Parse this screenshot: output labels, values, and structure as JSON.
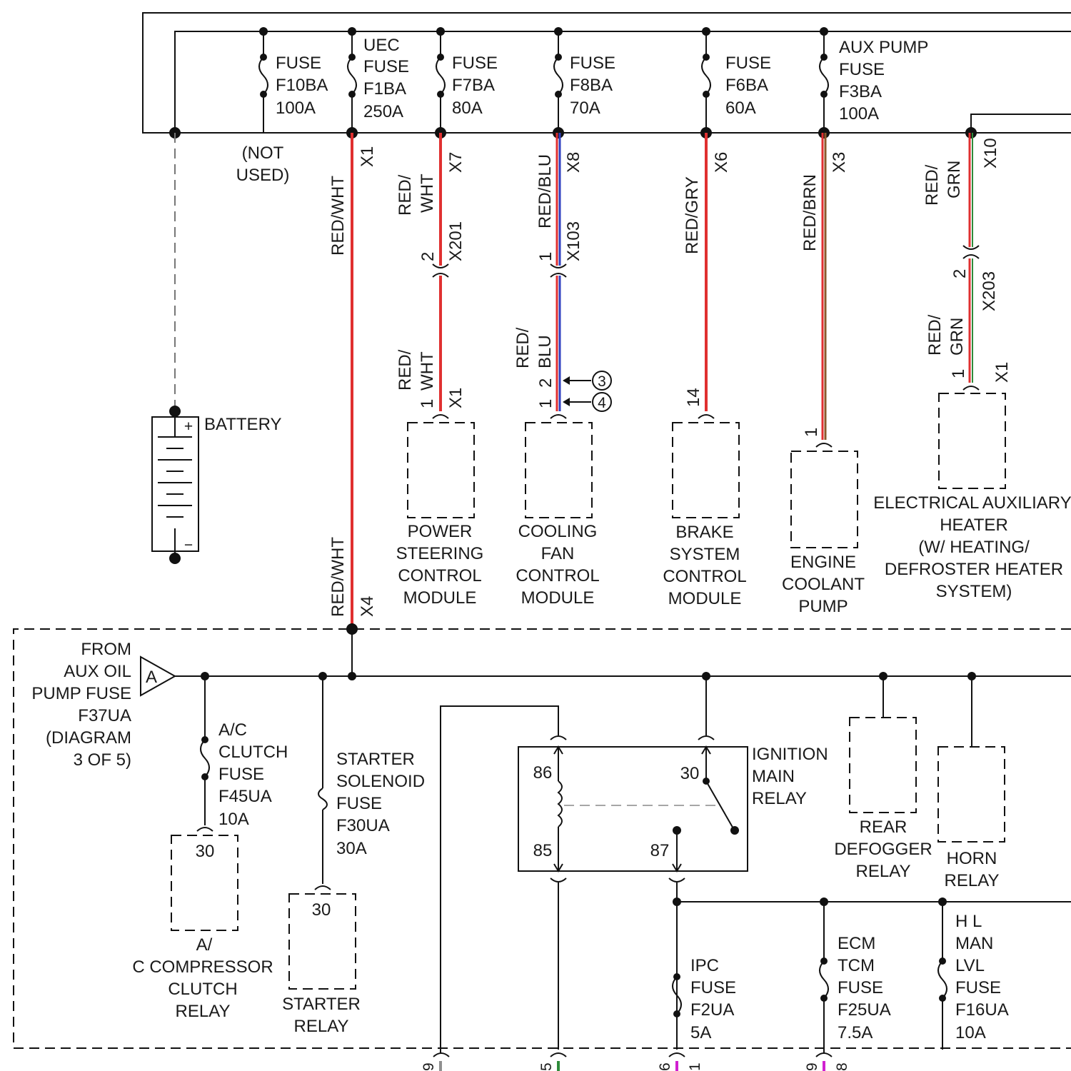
{
  "fuse_box": {
    "fuses": [
      {
        "id": "f10",
        "lines": [
          "FUSE",
          "F10BA",
          "100A"
        ]
      },
      {
        "id": "f1",
        "lines": [
          "UEC",
          "FUSE",
          "F1BA",
          "250A"
        ]
      },
      {
        "id": "f7",
        "lines": [
          "FUSE",
          "F7BA",
          "80A"
        ]
      },
      {
        "id": "f8",
        "lines": [
          "FUSE",
          "F8BA",
          "70A"
        ]
      },
      {
        "id": "f6",
        "lines": [
          "FUSE",
          "F6BA",
          "60A"
        ]
      },
      {
        "id": "f3",
        "lines": [
          "AUX PUMP",
          "FUSE",
          "F3BA",
          "100A"
        ]
      }
    ],
    "not_used": [
      "(NOT",
      "USED)"
    ]
  },
  "battery": {
    "label": "BATTERY",
    "plus": "+",
    "minus": "−"
  },
  "wires": {
    "x1_color": "RED/WHT",
    "x1_pin": "X1",
    "x7_color": [
      "RED/",
      "WHT"
    ],
    "x7_pin": "X7",
    "x201": "X201",
    "x201_pin": "2",
    "psc_color": [
      "RED/",
      "WHT"
    ],
    "psc_pin": "1",
    "psc_conn": "X1",
    "x8_color": "RED/BLU",
    "x8_pin": "X8",
    "x103": "X103",
    "x103_pin": "1",
    "cfc_color": [
      "RED/",
      "BLU"
    ],
    "cfc_pin2": "2",
    "cfc_pin1": "1",
    "ref3": "3",
    "ref4": "4",
    "x6_color": "RED/GRY",
    "x6_pin": "X6",
    "bsc_pin": "14",
    "x3_color": "RED/BRN",
    "x3_pin": "X3",
    "ecp_pin": "1",
    "x10_color": [
      "RED/",
      "GRN"
    ],
    "x10_pin": "X10",
    "x203": "X203",
    "x203_pin": "2",
    "eah_color": [
      "RED/",
      "GRN"
    ],
    "eah_pin": "1",
    "eah_conn": "X1",
    "x4_color": "RED/WHT",
    "x4_pin": "X4"
  },
  "modules": {
    "psc": [
      "POWER",
      "STEERING",
      "CONTROL",
      "MODULE"
    ],
    "cfc": [
      "COOLING",
      "FAN",
      "CONTROL",
      "MODULE"
    ],
    "bsc": [
      "BRAKE",
      "SYSTEM",
      "CONTROL",
      "MODULE"
    ],
    "ecp": [
      "ENGINE",
      "COOLANT",
      "PUMP"
    ],
    "eah": [
      "ELECTRICAL AUXILIARY",
      "HEATER",
      "(W/ HEATING/",
      "DEFROSTER HEATER",
      "SYSTEM)"
    ]
  },
  "lower": {
    "from_aux": [
      "FROM",
      "AUX OIL",
      "PUMP FUSE",
      "F37UA",
      "(DIAGRAM",
      "3 OF 5)"
    ],
    "connector_a": "A",
    "ac_fuse": [
      "A/C",
      "CLUTCH",
      "FUSE",
      "F45UA",
      "10A"
    ],
    "ac_relay_pin": "30",
    "ac_relay": [
      "A/",
      "C COMPRESSOR",
      "CLUTCH",
      "RELAY"
    ],
    "starter_fuse": [
      "STARTER",
      "SOLENOID",
      "FUSE",
      "F30UA",
      "30A"
    ],
    "starter_relay_pin": "30",
    "starter_relay": [
      "STARTER",
      "RELAY"
    ],
    "imr_pins": {
      "p86": "86",
      "p85": "85",
      "p30": "30",
      "p87": "87"
    },
    "imr": [
      "IGNITION",
      "MAIN",
      "RELAY"
    ],
    "rear_defogger": [
      "REAR",
      "DEFOGGER",
      "RELAY"
    ],
    "horn": [
      "HORN",
      "RELAY"
    ],
    "ipc_fuse": [
      "IPC",
      "FUSE",
      "F2UA",
      "5A"
    ],
    "ecm_fuse": [
      "ECM",
      "TCM",
      "FUSE",
      "F25UA",
      "7.5A"
    ],
    "hl_fuse": [
      "H L",
      "MAN",
      "LVL",
      "FUSE",
      "F16UA",
      "10A"
    ],
    "bottom_pins": [
      "9",
      "5",
      "6",
      "1",
      "9",
      "8"
    ]
  },
  "colors": {
    "red": "#e03030",
    "blue": "#3040c0",
    "gray": "#909090",
    "brown": "#8b5a2b",
    "green": "#2e8b3a",
    "magenta": "#d020d0",
    "line": "#111111"
  }
}
